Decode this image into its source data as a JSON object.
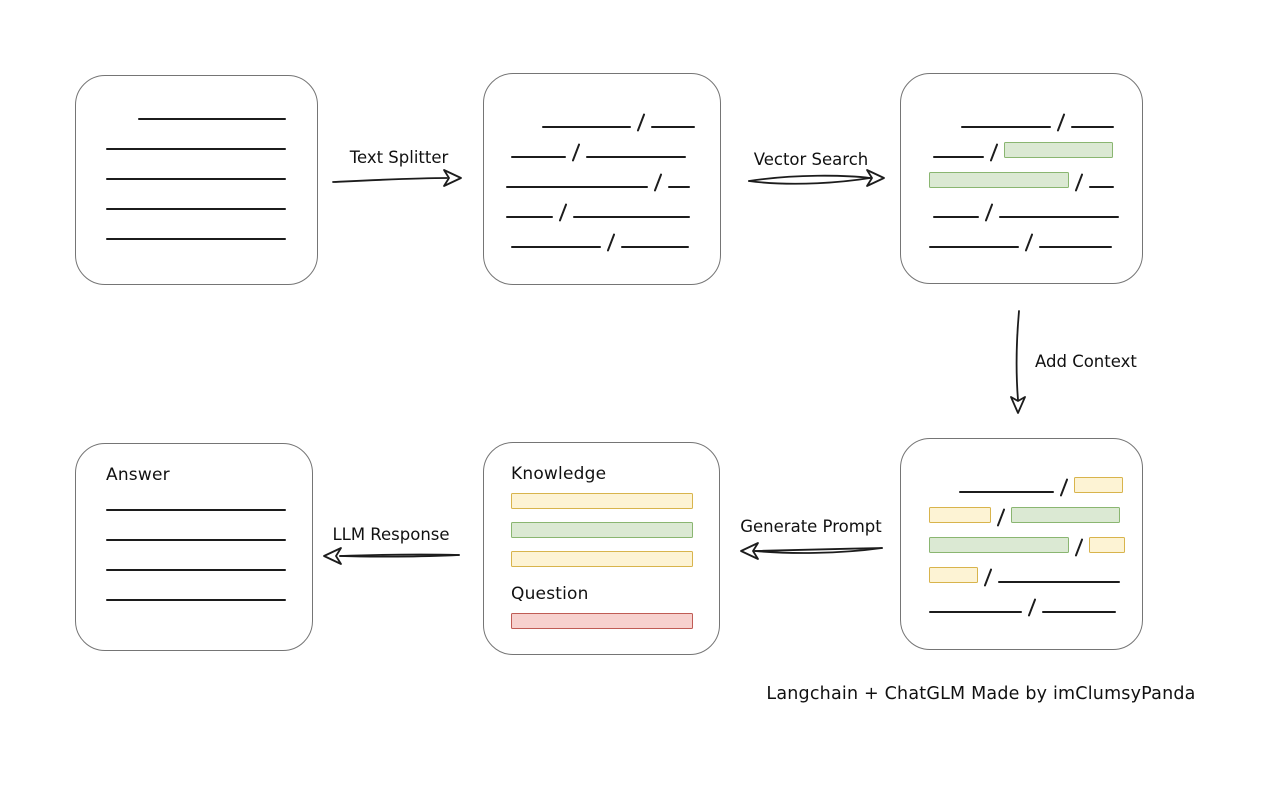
{
  "caption": "Langchain + ChatGLM Made by imClumsyPanda",
  "colors": {
    "background": "#ffffff",
    "stroke": "#1c1c1c",
    "box-border": "#757575",
    "green-fill": "#dbe9d3",
    "green-border": "#8ab671",
    "yellow-fill": "#fdf3d4",
    "yellow-border": "#d8b44c",
    "red-fill": "#f7d1ce",
    "red-border": "#c05c55"
  },
  "arrows": {
    "text_splitter": {
      "label": "Text Splitter",
      "direction": "right"
    },
    "vector_search": {
      "label": "Vector Search",
      "direction": "right"
    },
    "add_context": {
      "label": "Add Context",
      "direction": "down"
    },
    "generate_prompt": {
      "label": "Generate Prompt",
      "direction": "left"
    },
    "llm_response": {
      "label": "LLM Response",
      "direction": "left"
    }
  },
  "nodes": {
    "source_document": {
      "rows": [
        [
          {
            "t": "gap",
            "w": 32
          },
          {
            "t": "line",
            "w": 148
          }
        ],
        [
          {
            "t": "line",
            "w": 180
          }
        ],
        [
          {
            "t": "line",
            "w": 180
          }
        ],
        [
          {
            "t": "line",
            "w": 180
          }
        ],
        [
          {
            "t": "line",
            "w": 180
          }
        ]
      ]
    },
    "split_text": {
      "rows": [
        [
          {
            "t": "gap",
            "w": 36
          },
          {
            "t": "line",
            "w": 89
          },
          {
            "t": "slash"
          },
          {
            "t": "line",
            "w": 44
          }
        ],
        [
          {
            "t": "gap",
            "w": 5
          },
          {
            "t": "line",
            "w": 55
          },
          {
            "t": "slash"
          },
          {
            "t": "line",
            "w": 100
          }
        ],
        [
          {
            "t": "line",
            "w": 142
          },
          {
            "t": "slash"
          },
          {
            "t": "line",
            "w": 22
          }
        ],
        [
          {
            "t": "line",
            "w": 47
          },
          {
            "t": "slash"
          },
          {
            "t": "line",
            "w": 117
          }
        ],
        [
          {
            "t": "gap",
            "w": 5
          },
          {
            "t": "line",
            "w": 90
          },
          {
            "t": "slash"
          },
          {
            "t": "line",
            "w": 68
          }
        ]
      ]
    },
    "vector_matched": {
      "rows": [
        [
          {
            "t": "gap",
            "w": 32
          },
          {
            "t": "line",
            "w": 90
          },
          {
            "t": "slash"
          },
          {
            "t": "line",
            "w": 43
          }
        ],
        [
          {
            "t": "gap",
            "w": 4
          },
          {
            "t": "line",
            "w": 51
          },
          {
            "t": "slash"
          },
          {
            "t": "green",
            "w": 107
          }
        ],
        [
          {
            "t": "green",
            "w": 138
          },
          {
            "t": "slash"
          },
          {
            "t": "line",
            "w": 25
          }
        ],
        [
          {
            "t": "gap",
            "w": 4
          },
          {
            "t": "line",
            "w": 46
          },
          {
            "t": "slash"
          },
          {
            "t": "line",
            "w": 120
          }
        ],
        [
          {
            "t": "line",
            "w": 90
          },
          {
            "t": "slash"
          },
          {
            "t": "line",
            "w": 73
          }
        ]
      ]
    },
    "context": {
      "rows": [
        [
          {
            "t": "gap",
            "w": 30
          },
          {
            "t": "line",
            "w": 95
          },
          {
            "t": "slash"
          },
          {
            "t": "yellow",
            "w": 47
          }
        ],
        [
          {
            "t": "yellow",
            "w": 60
          },
          {
            "t": "slash"
          },
          {
            "t": "green",
            "w": 107
          }
        ],
        [
          {
            "t": "green",
            "w": 138
          },
          {
            "t": "slash"
          },
          {
            "t": "yellow",
            "w": 34
          }
        ],
        [
          {
            "t": "yellow",
            "w": 47
          },
          {
            "t": "slash"
          },
          {
            "t": "line",
            "w": 122
          }
        ],
        [
          {
            "t": "line",
            "w": 93
          },
          {
            "t": "slash"
          },
          {
            "t": "line",
            "w": 74
          }
        ]
      ]
    },
    "prompt": {
      "rows": [
        [
          {
            "t": "text",
            "v": "Knowledge",
            "n": "knowledge-label"
          }
        ],
        [
          {
            "t": "yellow",
            "w": 180
          }
        ],
        [
          {
            "t": "green",
            "w": 180
          }
        ],
        [
          {
            "t": "yellow",
            "w": 180
          }
        ],
        [
          {
            "t": "text",
            "v": "Question",
            "n": "question-label"
          }
        ],
        [
          {
            "t": "red",
            "w": 180
          }
        ]
      ]
    },
    "answer": {
      "rows": [
        [
          {
            "t": "text",
            "v": "Answer",
            "n": "answer-label"
          }
        ],
        [
          {
            "t": "line",
            "w": 180
          }
        ],
        [
          {
            "t": "line",
            "w": 180
          }
        ],
        [
          {
            "t": "line",
            "w": 180
          }
        ],
        [
          {
            "t": "line",
            "w": 180
          }
        ]
      ]
    }
  }
}
